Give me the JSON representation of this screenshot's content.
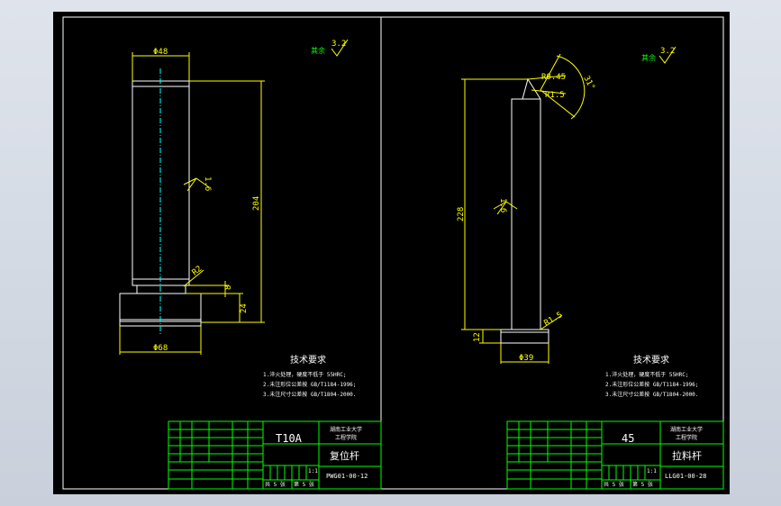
{
  "sheet_left": {
    "roughness_symbol": "3.2",
    "roughness_prefix": "其余",
    "dims": {
      "top_dia": "Φ48",
      "length": "204",
      "radius": "R2",
      "groove": "8",
      "base_height": "24",
      "base_dia": "Φ68",
      "surface": "1.6"
    },
    "tech_title": "技术要求",
    "tech_lines": [
      "1.淬火处理，硬度不低于 55HRC;",
      "2.未注形位公差按 GB/T1184-1996;",
      "3.未注尺寸公差按 GB/T1804-2000."
    ],
    "title_block": {
      "material": "T10A",
      "school_line1": "湖南工业大学",
      "school_line2": "工程学院",
      "part_name": "复位杆",
      "drawing_no": "PWG01-00-12",
      "scale": "1:1",
      "sheet_total": "共 5 张",
      "sheet_no": "第 5 张"
    }
  },
  "sheet_right": {
    "roughness_symbol": "3.2",
    "roughness_prefix": "其余",
    "dims": {
      "chamfer": "R0.45",
      "inner_radius": "R1.5",
      "angle": "31°",
      "length": "228",
      "surface": "1.6",
      "base_radius": "R1.5",
      "base_height": "12",
      "base_dia": "Φ39"
    },
    "tech_title": "技术要求",
    "tech_lines": [
      "1.淬火处理，硬度不低于 55HRC;",
      "2.未注形位公差按 GB/T1184-1996;",
      "3.未注尺寸公差按 GB/T1804-2000."
    ],
    "title_block": {
      "material": "45",
      "school_line1": "湖南工业大学",
      "school_line2": "工程学院",
      "part_name": "拉料杆",
      "drawing_no": "LLG01-00-28",
      "scale": "1:1",
      "sheet_total": "共 5 张",
      "sheet_no": "第 5 张"
    }
  },
  "colors": {
    "background": "#000000",
    "border": "#ffffff",
    "dimension": "#ffff00",
    "table": "#00ff00",
    "centerline": "#00ffff"
  }
}
